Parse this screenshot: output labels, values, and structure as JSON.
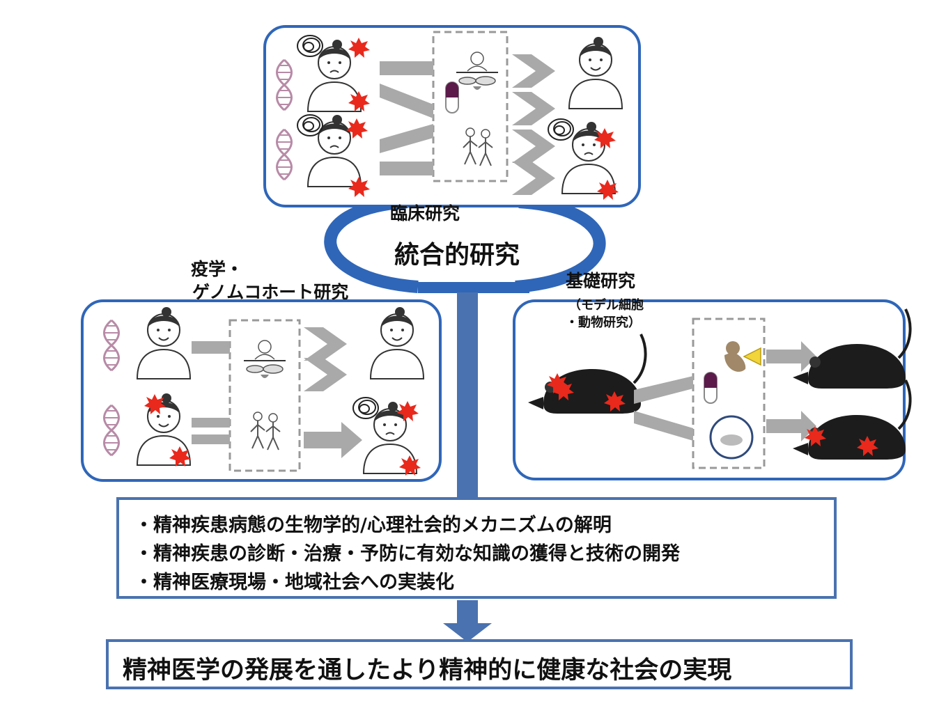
{
  "labels": {
    "clinical": "臨床研究",
    "integrated": "統合的研究",
    "epidemiology_line1": "疫学・",
    "epidemiology_line2": "ゲノムコホート研究",
    "basic": "基礎研究",
    "basic_sub_line1": "（モデル細胞",
    "basic_sub_line2": "・動物研究）"
  },
  "outcomes": [
    "・精神疾患病態の生物学的/心理社会的メカニズムの解明",
    "・精神疾患の診断・治療・予防に有効な知識の獲得と技術の開発",
    "・精神医療現場・地域社会への実装化"
  ],
  "goal": "精神医学の発展を通したより精神的に健康な社会の実現",
  "colors": {
    "frame_blue": "#2f66b8",
    "arrow_gray": "#a9a9a9",
    "stress_red": "#e8291c",
    "capsule_purple": "#5b1a4a",
    "flow_blue": "#4a72b0"
  },
  "icons": [
    "dna-icon",
    "person-icon",
    "stress-icon",
    "capsule-icon",
    "meal-icon",
    "exercise-icon",
    "mouse-icon",
    "cheese-icon"
  ]
}
